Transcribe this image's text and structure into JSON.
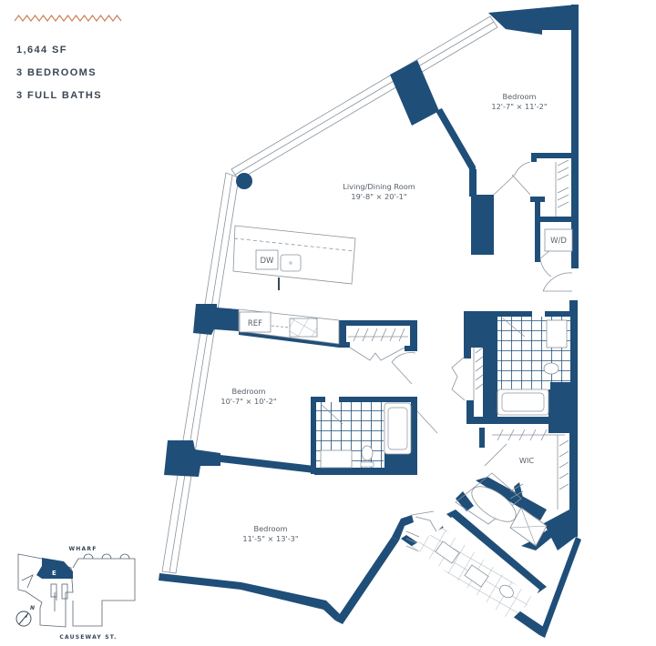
{
  "summary": {
    "square_feet": "1,644 SF",
    "bedrooms": "3 BEDROOMS",
    "baths": "3 FULL BATHS"
  },
  "colors": {
    "wall": "#1f4e79",
    "accent_wave": "#c9835f",
    "text": "#3a4754",
    "fixture_line": "#9aa3ab"
  },
  "rooms": [
    {
      "name": "Living/Dining Room",
      "dimensions": "19'-8\" × 20'-1\""
    },
    {
      "name": "Bedroom",
      "dimensions": "12'-7\" × 11'-2\""
    },
    {
      "name": "Bedroom",
      "dimensions": "10'-7\" × 10'-2\""
    },
    {
      "name": "Bedroom",
      "dimensions": "11'-5\" × 13'-3\""
    },
    {
      "name": "WIC",
      "dimensions": ""
    }
  ],
  "appliances": {
    "dishwasher": "DW",
    "refrigerator": "REF",
    "washer_dryer": "W/D"
  },
  "key_plan": {
    "top_label": "WHARF",
    "bottom_label": "CAUSEWAY ST.",
    "unit_label": "E",
    "north_label": "N"
  }
}
